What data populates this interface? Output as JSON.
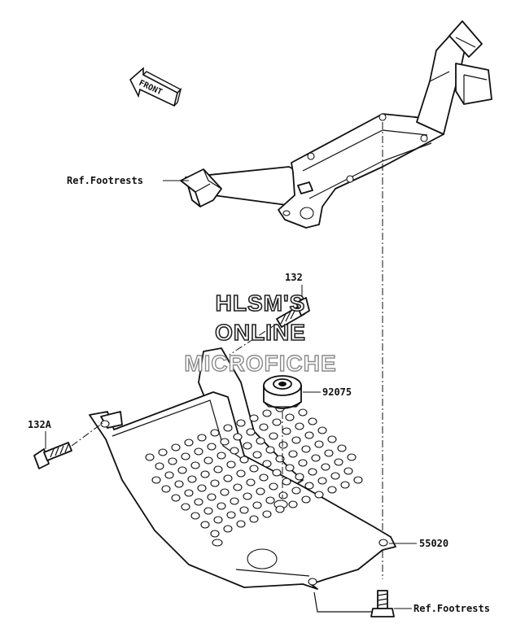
{
  "watermark": {
    "line1": "HLSM'S",
    "line2": "ONLINE",
    "line3": "MICROFICHE"
  },
  "front_arrow": {
    "label": "FRONT"
  },
  "callouts": {
    "ref_footrests_top": "Ref.Footrests",
    "part_132": "132",
    "part_92075": "92075",
    "part_132a": "132A",
    "part_55020": "55020",
    "ref_footrests_bottom": "Ref.Footrests"
  }
}
